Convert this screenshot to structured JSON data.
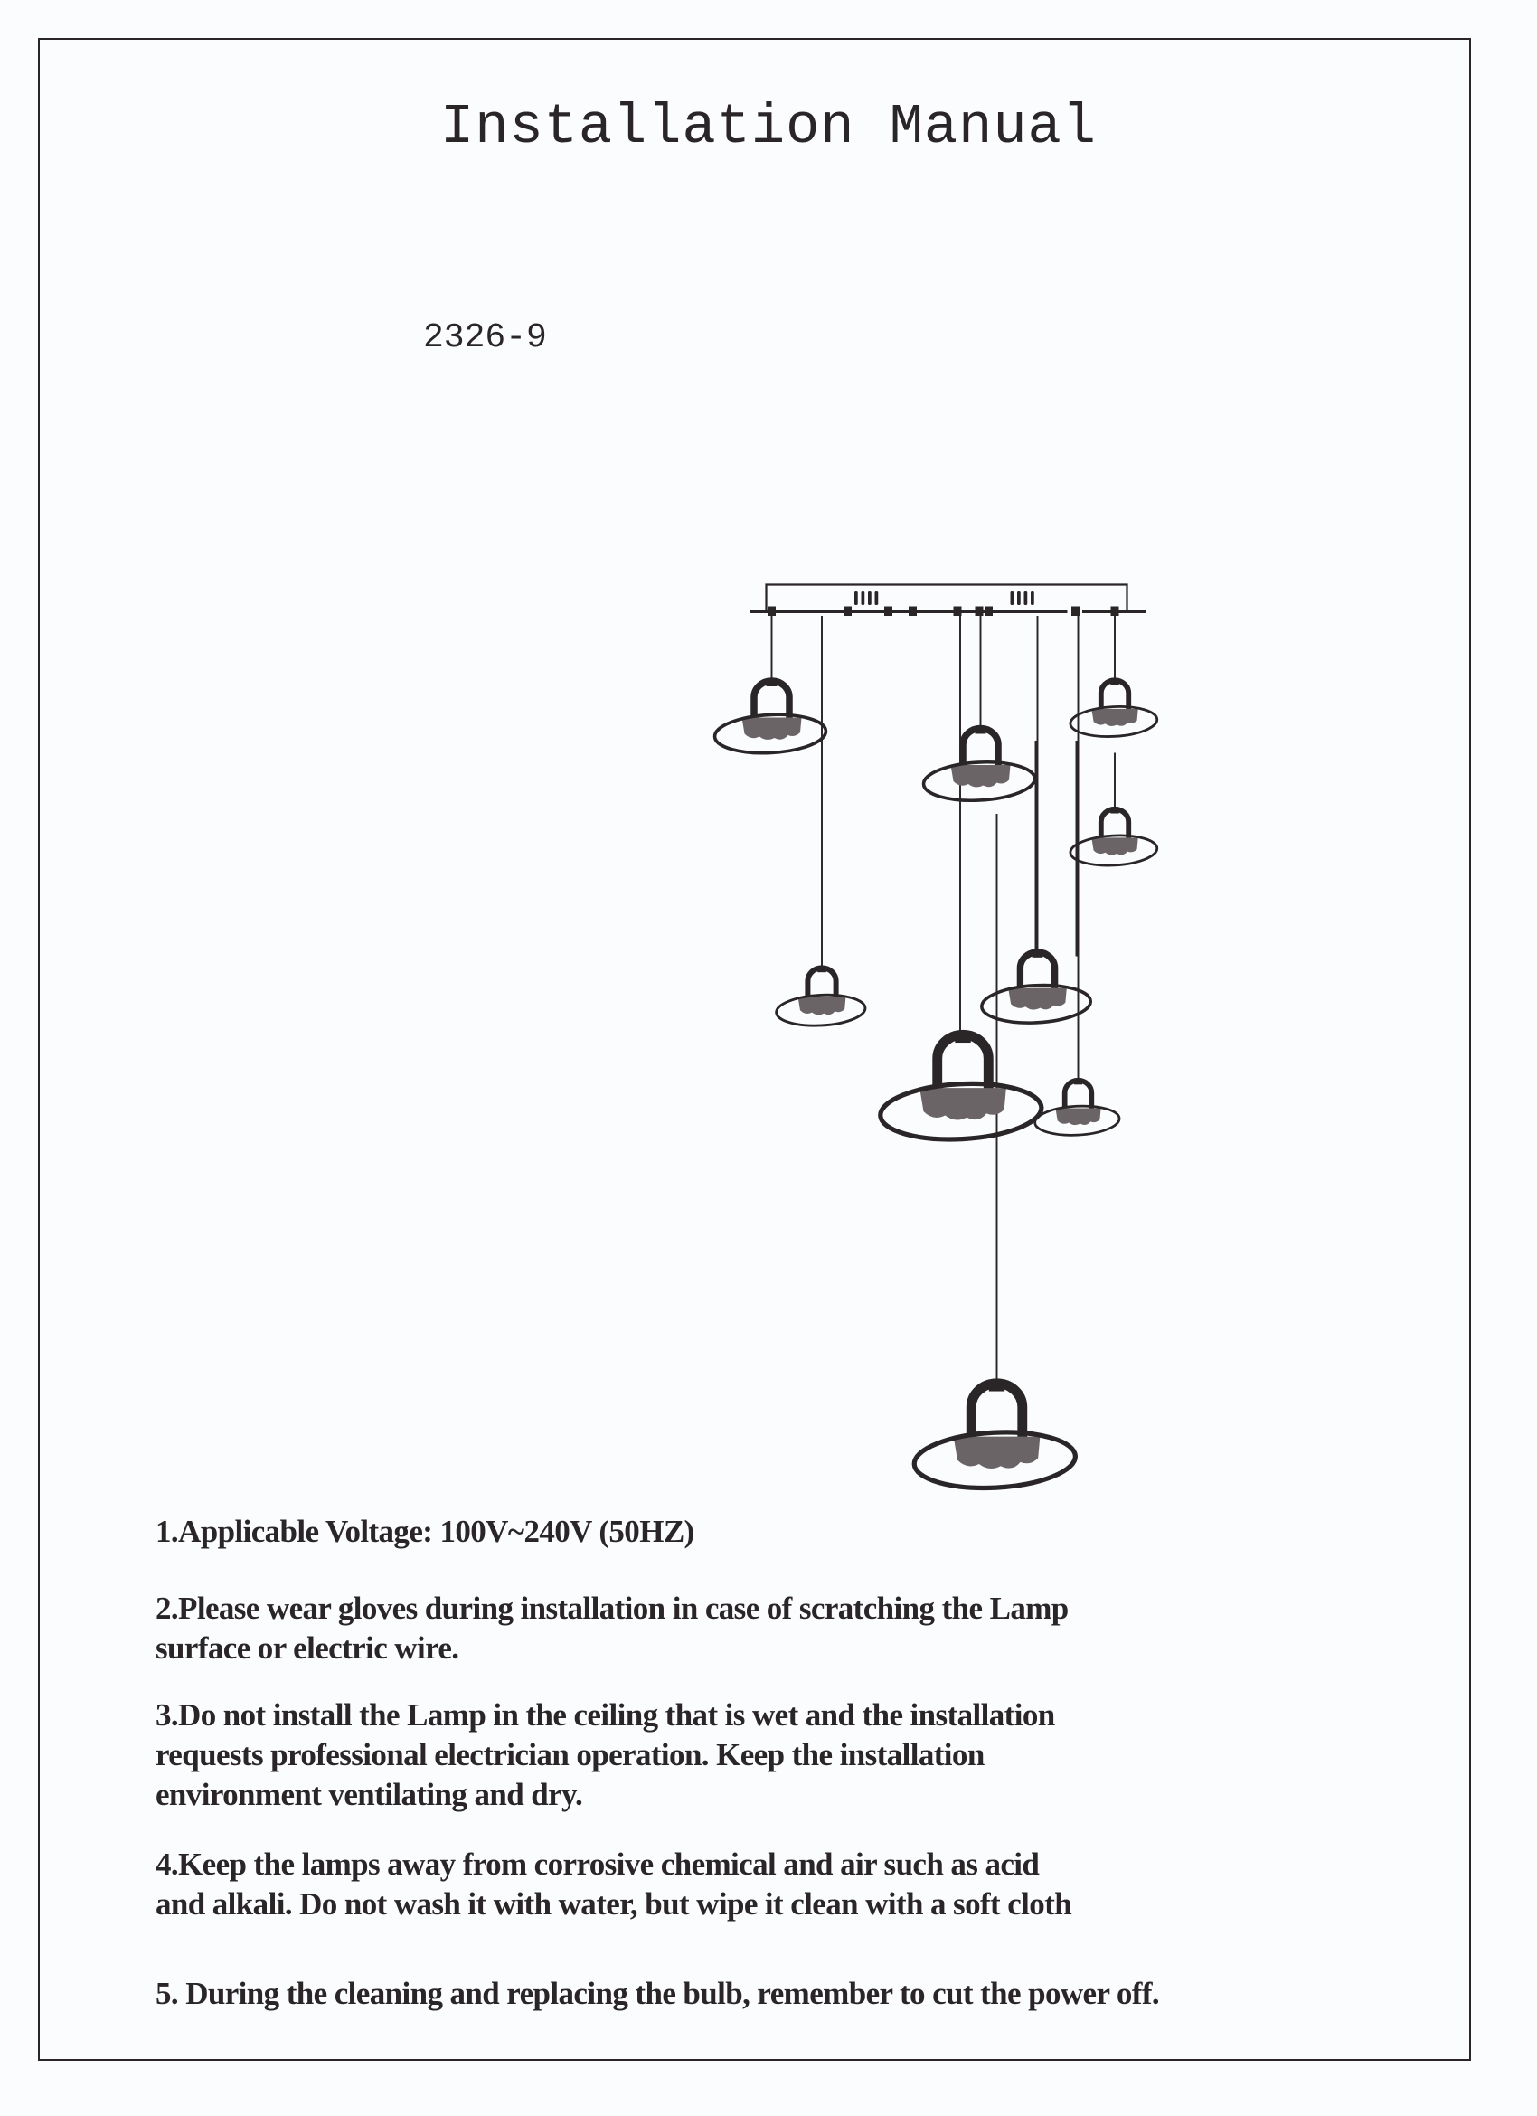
{
  "document": {
    "title": "Installation Manual",
    "model_number": "2326-9",
    "lamp_count": 9,
    "colors": {
      "ink": "#2a2628",
      "paper": "#fbfcfe",
      "crystal": "#6b6466"
    },
    "instructions": [
      {
        "lines": [
          "1.Applicable Voltage: 100V~240V (50HZ)"
        ]
      },
      {
        "lines": [
          "2.Please wear gloves during installation in case of scratching the Lamp",
          "surface or electric wire."
        ]
      },
      {
        "lines": [
          "3.Do not install the Lamp in the ceiling that is wet and the installation",
          "requests professional electrician operation. Keep the installation",
          "environment ventilating and dry."
        ]
      },
      {
        "lines": [
          "4.Keep the lamps away from corrosive chemical and air such as acid",
          "and alkali. Do not wash it with water, but wipe it clean with a soft cloth"
        ]
      },
      {
        "lines": [
          "5. During the cleaning and replacing the bulb, remember to cut the power off."
        ]
      }
    ]
  }
}
